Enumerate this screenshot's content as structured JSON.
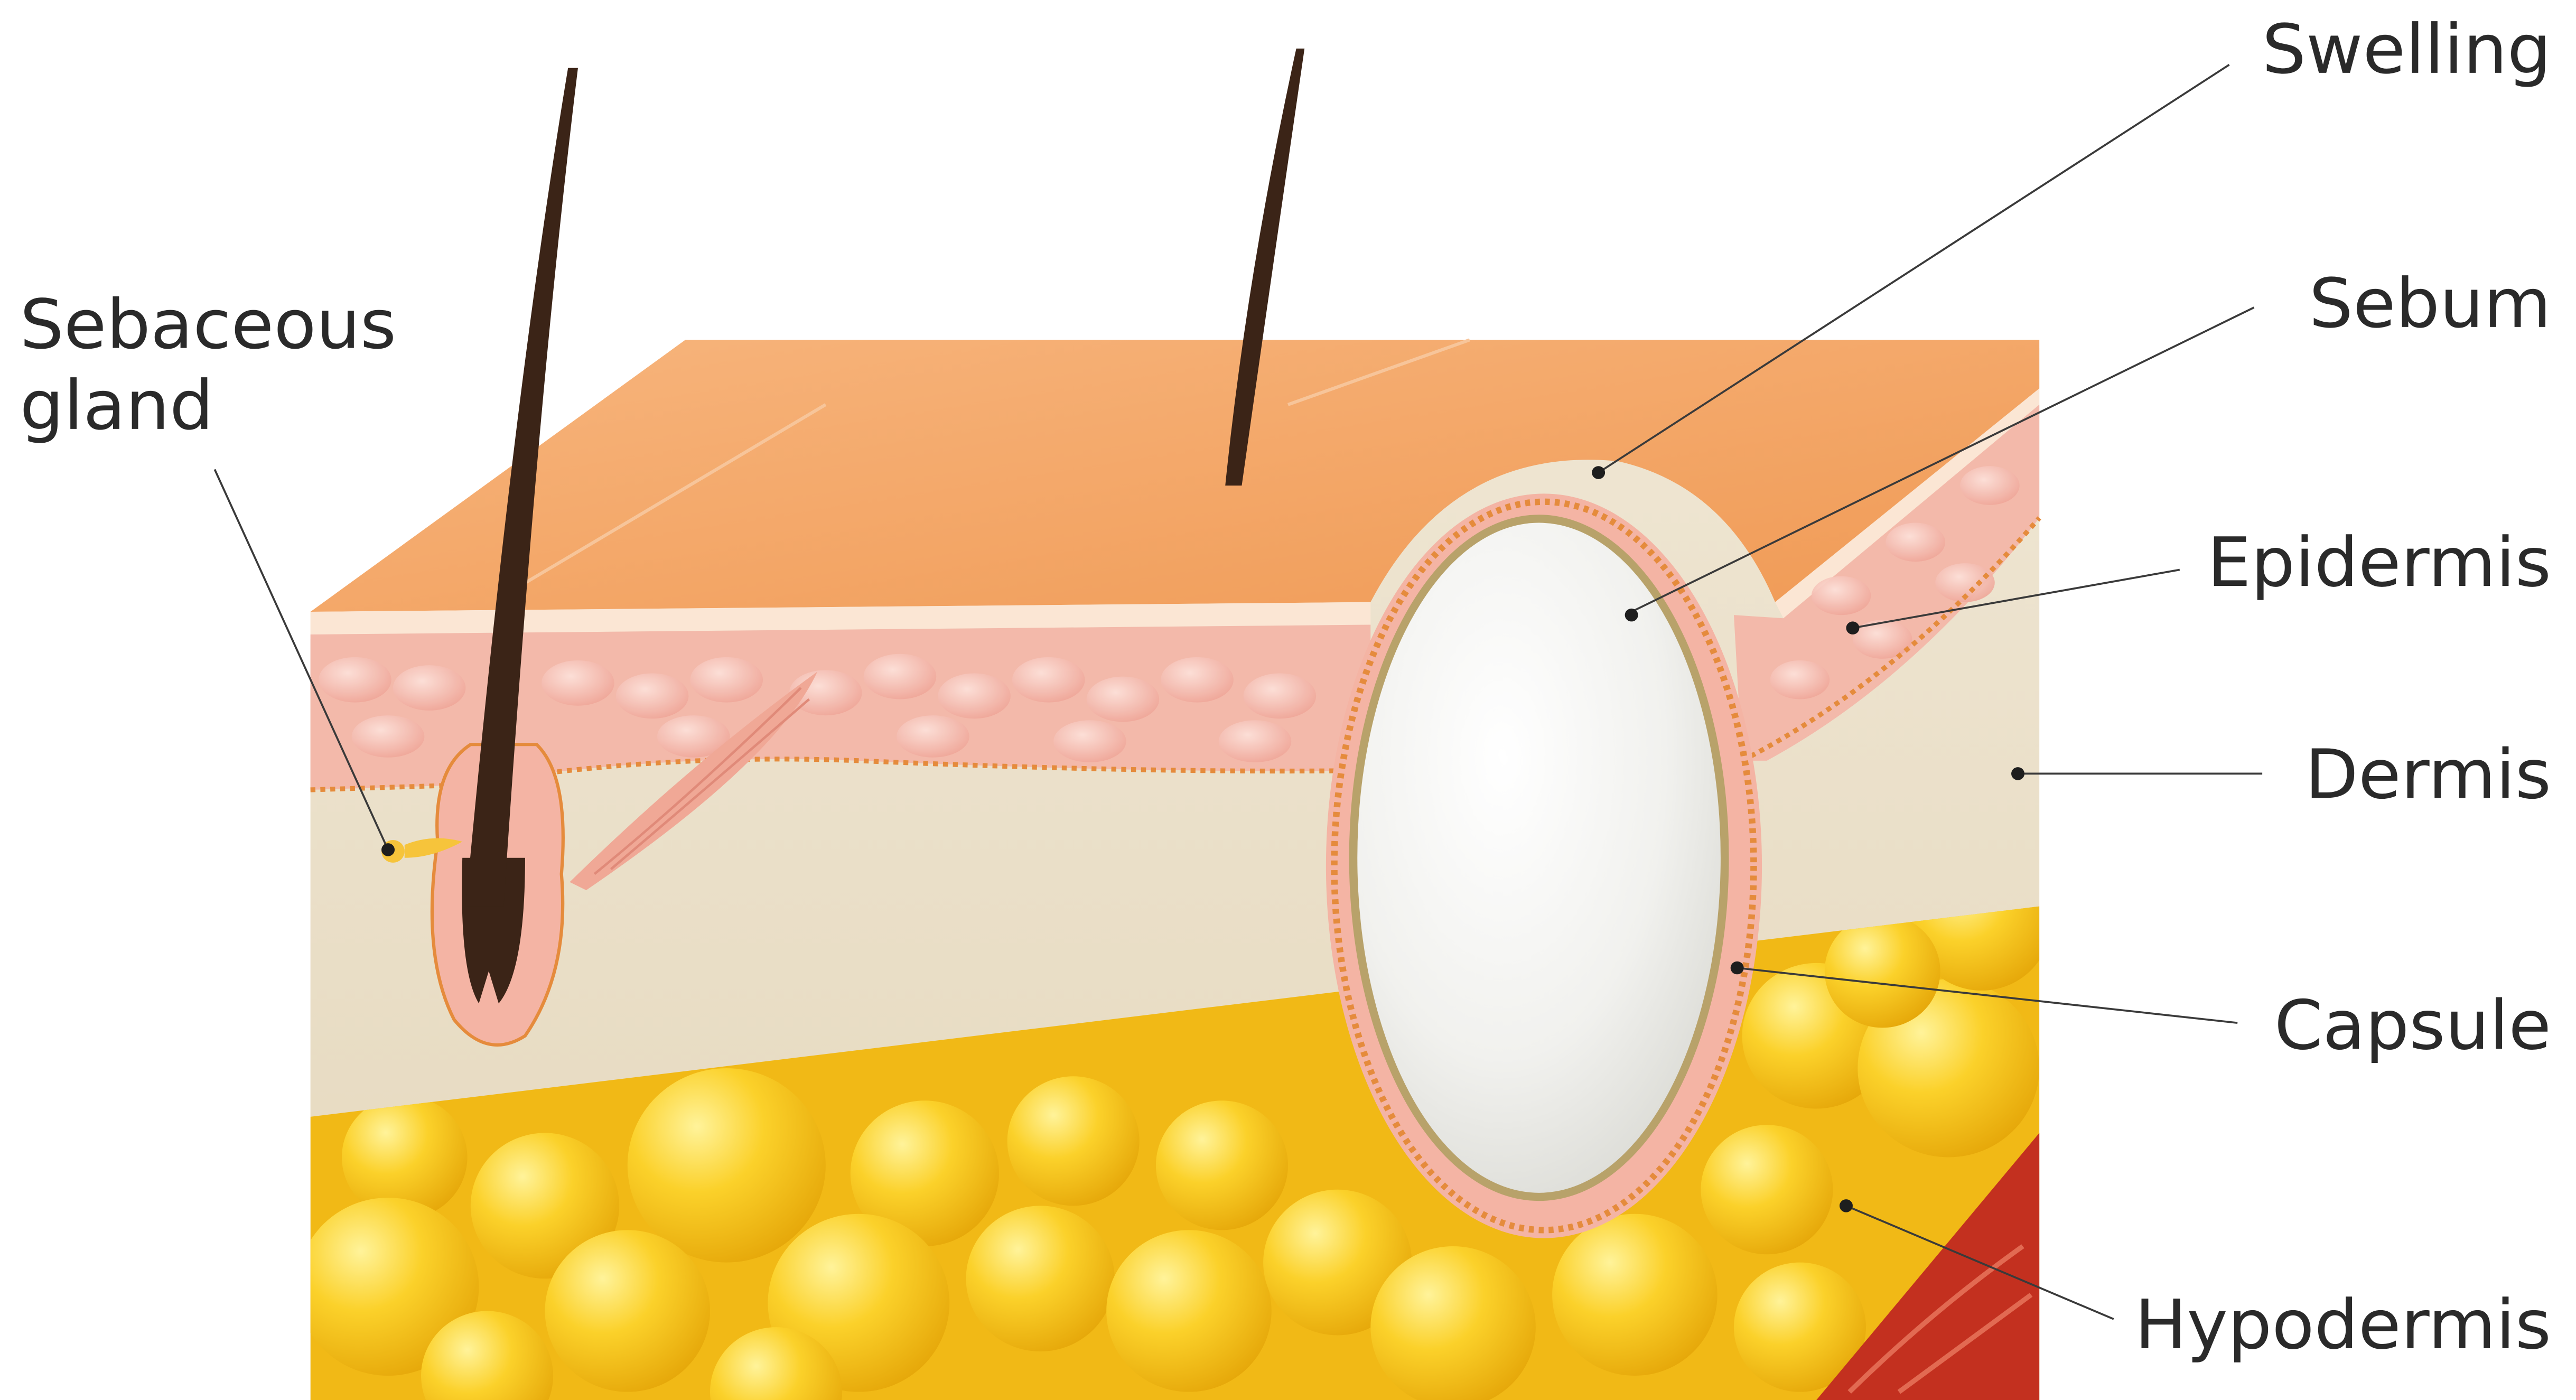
{
  "labels": {
    "sebaceous_gland_line1": "Sebaceous",
    "sebaceous_gland_line2": "gland",
    "swelling": "Swelling",
    "sebum": "Sebum",
    "epidermis": "Epidermis",
    "dermis": "Dermis",
    "capsule": "Capsule",
    "hypodermis": "Hypodermis"
  },
  "colors": {
    "skin_top": "#f4a262",
    "epidermis": "#f3b6a7",
    "dermis": "#eadfc7",
    "fat": "#f7c21a",
    "cyst": "#f5f5f3",
    "hair": "#3b2417",
    "muscle": "#c43020"
  }
}
